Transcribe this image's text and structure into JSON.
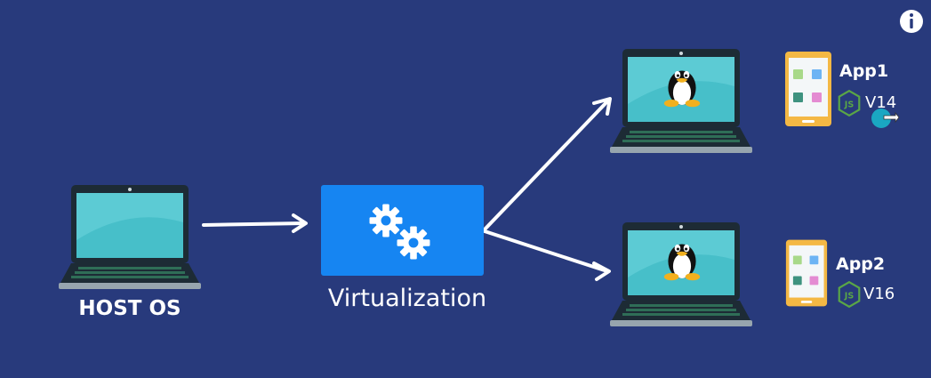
{
  "host": {
    "label": "HOST OS"
  },
  "virtualization": {
    "label": "Virtualization"
  },
  "vms": [
    {
      "app": "App1",
      "node_version": "V14"
    },
    {
      "app": "App2",
      "node_version": "V16"
    }
  ],
  "colors": {
    "background": "#283a7c",
    "virtualization_box": "#1685f2",
    "screen": "#47bfc9",
    "laptop_body": "#1d2b35",
    "phone_frame": "#f4b844",
    "node_green": "#5aa646",
    "cursor": "#1aa7c2"
  },
  "icons": {
    "info": "info-icon",
    "gears": "gears-icon",
    "linux": "tux-penguin-icon",
    "node": "nodejs-icon"
  }
}
